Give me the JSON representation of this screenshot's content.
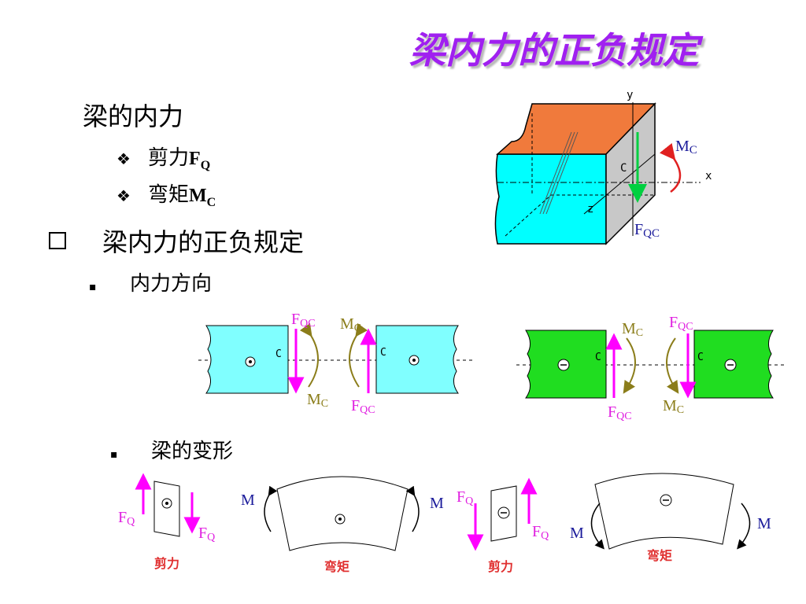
{
  "title": "梁内力的正负规定",
  "section1": {
    "heading": "梁的内力",
    "bullet_mark": "❖",
    "items": [
      {
        "text": "剪力",
        "symbol": "F",
        "sub": "Q"
      },
      {
        "text": "弯矩",
        "symbol": "M",
        "sub": "C"
      }
    ]
  },
  "section2": {
    "heading": "梁内力的正负规定",
    "sub1": "内力方向",
    "sub2": "梁的变形",
    "sub_mark": "▪"
  },
  "cube": {
    "y": "y",
    "x": "x",
    "z": "z",
    "c": "C",
    "mc": "M",
    "mc_sub": "C",
    "fq": "F",
    "fq_sub": "QC"
  },
  "direction": {
    "c": "C",
    "f": "F",
    "f_sub": "QC",
    "m": "M",
    "m_sub": "C"
  },
  "deform": {
    "fq": "F",
    "fq_sub": "Q",
    "m": "M",
    "shear": "剪力",
    "moment": "弯矩"
  },
  "colors": {
    "cyan": "#80ffff",
    "green": "#20dd20",
    "magenta": "#ff00ff",
    "olive": "#8b7d1a",
    "orange": "#f07a3c",
    "title": "#a020f0"
  }
}
